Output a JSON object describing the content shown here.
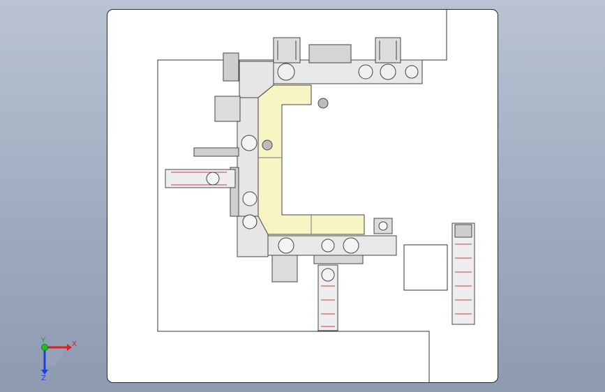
{
  "view": {
    "background_top": "#b9c3d3",
    "background_bottom": "#8e9ab0",
    "line_color": "#333333",
    "highlight_color": "#f7f5c4"
  },
  "triad": {
    "x_label": "X",
    "y_label": "Y",
    "z_label": "Z",
    "x_color": "#e02020",
    "y_color": "#20c020",
    "z_color": "#2040e0"
  }
}
